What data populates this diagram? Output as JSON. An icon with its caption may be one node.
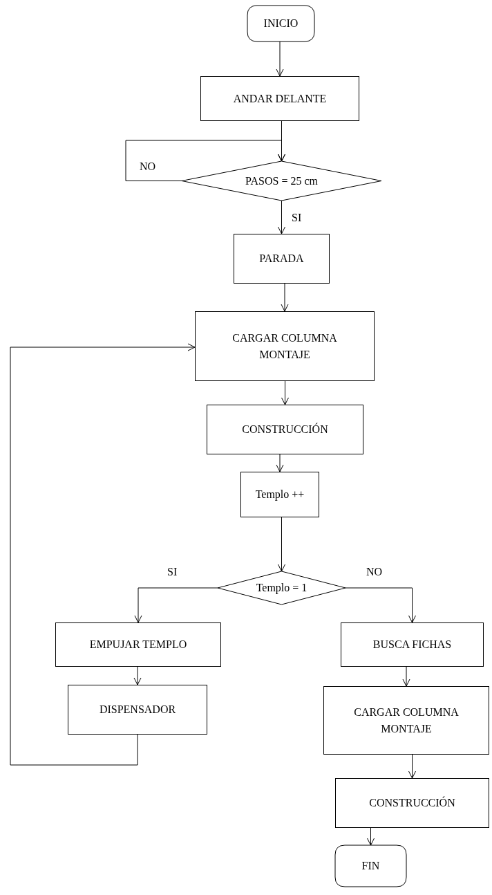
{
  "diagram": {
    "nodes": [
      {
        "text": [
          "INICIO"
        ]
      },
      {
        "text": [
          "ANDAR DELANTE"
        ]
      },
      {
        "text": [
          "PASOS = 25 cm"
        ]
      },
      {
        "text": [
          "PARADA"
        ]
      },
      {
        "text": [
          "CARGAR COLUMNA MONTAJE"
        ]
      },
      {
        "text": [
          "CONSTRUCCIÓN"
        ]
      },
      {
        "text": [
          "Templo ++"
        ]
      },
      {
        "text": [
          "Templo = 1"
        ]
      },
      {
        "text": [
          "EMPUJAR TEMPLO"
        ]
      },
      {
        "text": [
          "DISPENSADOR"
        ]
      },
      {
        "text": [
          "BUSCA FICHAS"
        ]
      },
      {
        "text": [
          "CARGAR COLUMNA MONTAJE"
        ]
      },
      {
        "text": [
          "CONSTRUCCIÓN"
        ]
      },
      {
        "text": [
          "FIN"
        ]
      }
    ],
    "edges": [
      {
        "from": 0,
        "to": 1,
        "arrow": "to"
      },
      {
        "from": 1,
        "to": 2,
        "arrow": "to"
      },
      {
        "from": 2,
        "to": 2,
        "arrow": "to",
        "label": "NO"
      },
      {
        "from": 2,
        "to": 3,
        "arrow": "to",
        "label": "SI"
      },
      {
        "from": 3,
        "to": 4,
        "arrow": "to"
      },
      {
        "from": 4,
        "to": 5,
        "arrow": "to"
      },
      {
        "from": 5,
        "to": 6,
        "arrow": "to"
      },
      {
        "from": 6,
        "to": 7,
        "arrow": "to"
      },
      {
        "from": 7,
        "to": 8,
        "arrow": "to",
        "label": "SI"
      },
      {
        "from": 7,
        "to": 10,
        "arrow": "to",
        "label": "NO"
      },
      {
        "from": 8,
        "to": 9,
        "arrow": "to"
      },
      {
        "from": 9,
        "to": 4,
        "arrow": "to"
      },
      {
        "from": 10,
        "to": 11,
        "arrow": "to"
      },
      {
        "from": 11,
        "to": 12,
        "arrow": "to"
      },
      {
        "from": 12,
        "to": 13,
        "arrow": "to"
      }
    ]
  }
}
